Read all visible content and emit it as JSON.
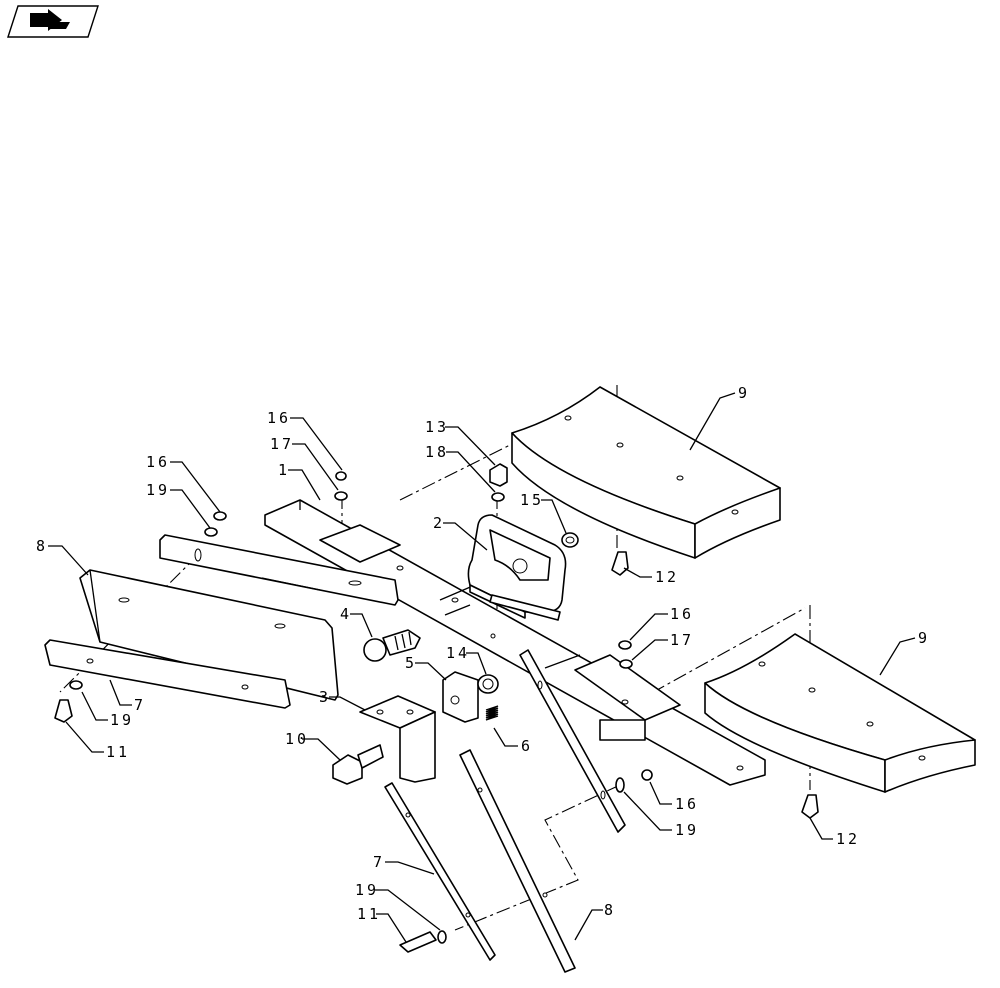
{
  "callouts": {
    "c1": "1",
    "c2": "2",
    "c3": "3",
    "c4": "4",
    "c5": "5",
    "c6": "6",
    "c7a": "7",
    "c7b": "7",
    "c8a": "8",
    "c8b": "8",
    "c9a": "9",
    "c9b": "9",
    "c10": "10",
    "c11a": "11",
    "c11b": "11",
    "c12a": "12",
    "c12b": "12",
    "c13": "13",
    "c14": "14",
    "c15": "15",
    "c16a": "16",
    "c16b": "16",
    "c16c": "16",
    "c16d": "16",
    "c17a": "17",
    "c17b": "17",
    "c18": "18",
    "c19a": "19",
    "c19b": "19",
    "c19c": "19",
    "c19d": "19"
  },
  "icons": {
    "corner_badge": "book-page-arrow-icon"
  }
}
